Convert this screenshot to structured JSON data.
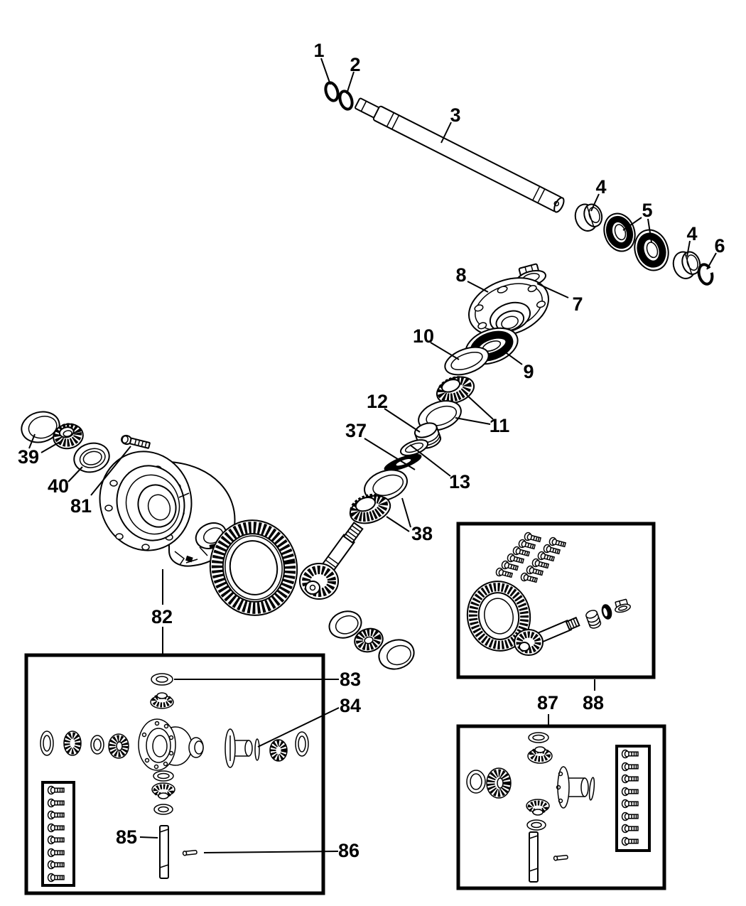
{
  "diagram": {
    "background_color": "#ffffff",
    "line_color": "#000000",
    "callouts": {
      "c1": {
        "label": "1"
      },
      "c2": {
        "label": "2"
      },
      "c3": {
        "label": "3"
      },
      "c4a": {
        "label": "4"
      },
      "c5": {
        "label": "5"
      },
      "c4b": {
        "label": "4"
      },
      "c6": {
        "label": "6"
      },
      "c7": {
        "label": "7"
      },
      "c8": {
        "label": "8"
      },
      "c9": {
        "label": "9"
      },
      "c10": {
        "label": "10"
      },
      "c11": {
        "label": "11"
      },
      "c12": {
        "label": "12"
      },
      "c13": {
        "label": "13"
      },
      "c37": {
        "label": "37"
      },
      "c38": {
        "label": "38"
      },
      "c39": {
        "label": "39"
      },
      "c40": {
        "label": "40"
      },
      "c81": {
        "label": "81"
      },
      "c82": {
        "label": "82"
      },
      "c83": {
        "label": "83"
      },
      "c84": {
        "label": "84"
      },
      "c85": {
        "label": "85"
      },
      "c86": {
        "label": "86"
      },
      "c87": {
        "label": "87"
      },
      "c88": {
        "label": "88"
      }
    }
  }
}
